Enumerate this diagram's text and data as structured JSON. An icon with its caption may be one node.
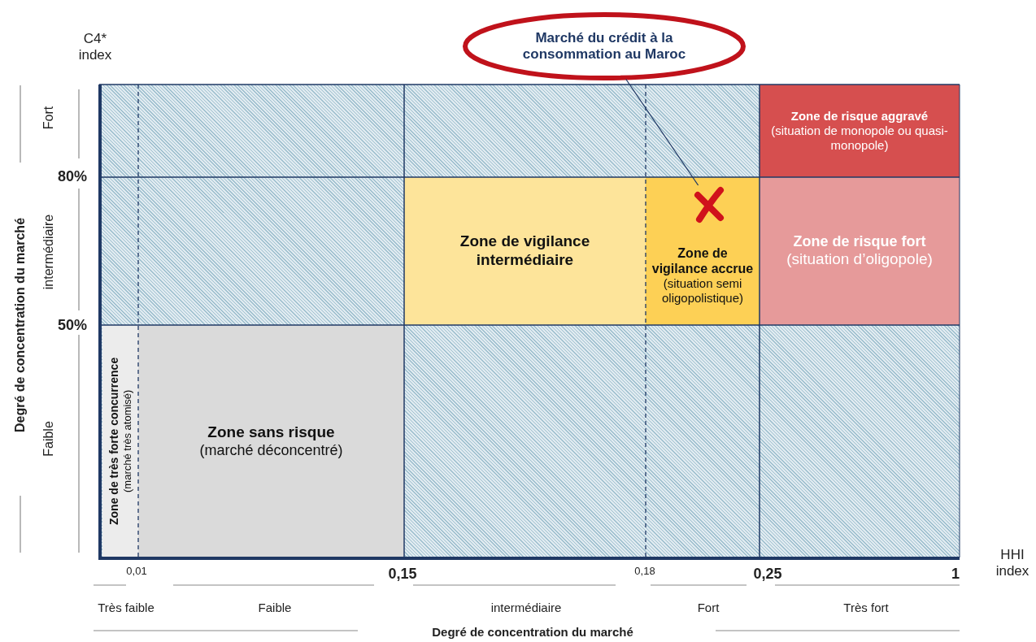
{
  "diagram": {
    "nodes": [
      {
        "text": [
          "Zone de risque aggravé",
          "(situation de monopole ou quasi-monopole)"
        ]
      },
      {
        "text": [
          "Zone de vigilance intermédiaire"
        ]
      },
      {
        "text": [
          "Zone de vigilance accrue",
          "(situation semi oligopolistique)"
        ]
      },
      {
        "text": [
          "Zone de risque fort",
          "(situation d’oligopole)"
        ]
      },
      {
        "text": [
          "Zone de très forte concurrence",
          "(marché très atomisé)"
        ]
      },
      {
        "text": [
          "Zone sans risque",
          "(marché déconcentré)"
        ]
      },
      {
        "text": [
          "Marché du crédit à la consommation au Maroc"
        ]
      },
      {
        "text": [],
        "shape": "cross",
        "in": 2
      }
    ],
    "edges": [
      {
        "from": 6,
        "to": 7,
        "arrow": "none"
      }
    ],
    "labels": [
      "C4* index",
      "Fort",
      "80%",
      "intermédiaire",
      "50%",
      "Faible",
      "Degré de concentration du marché",
      "0,01",
      "0,15",
      "0,18",
      "0,25",
      "1",
      "HHI index",
      "Très faible",
      "Faible",
      "intermédiaire",
      "Fort",
      "Très fort",
      "Degré de concentration du marché"
    ]
  }
}
